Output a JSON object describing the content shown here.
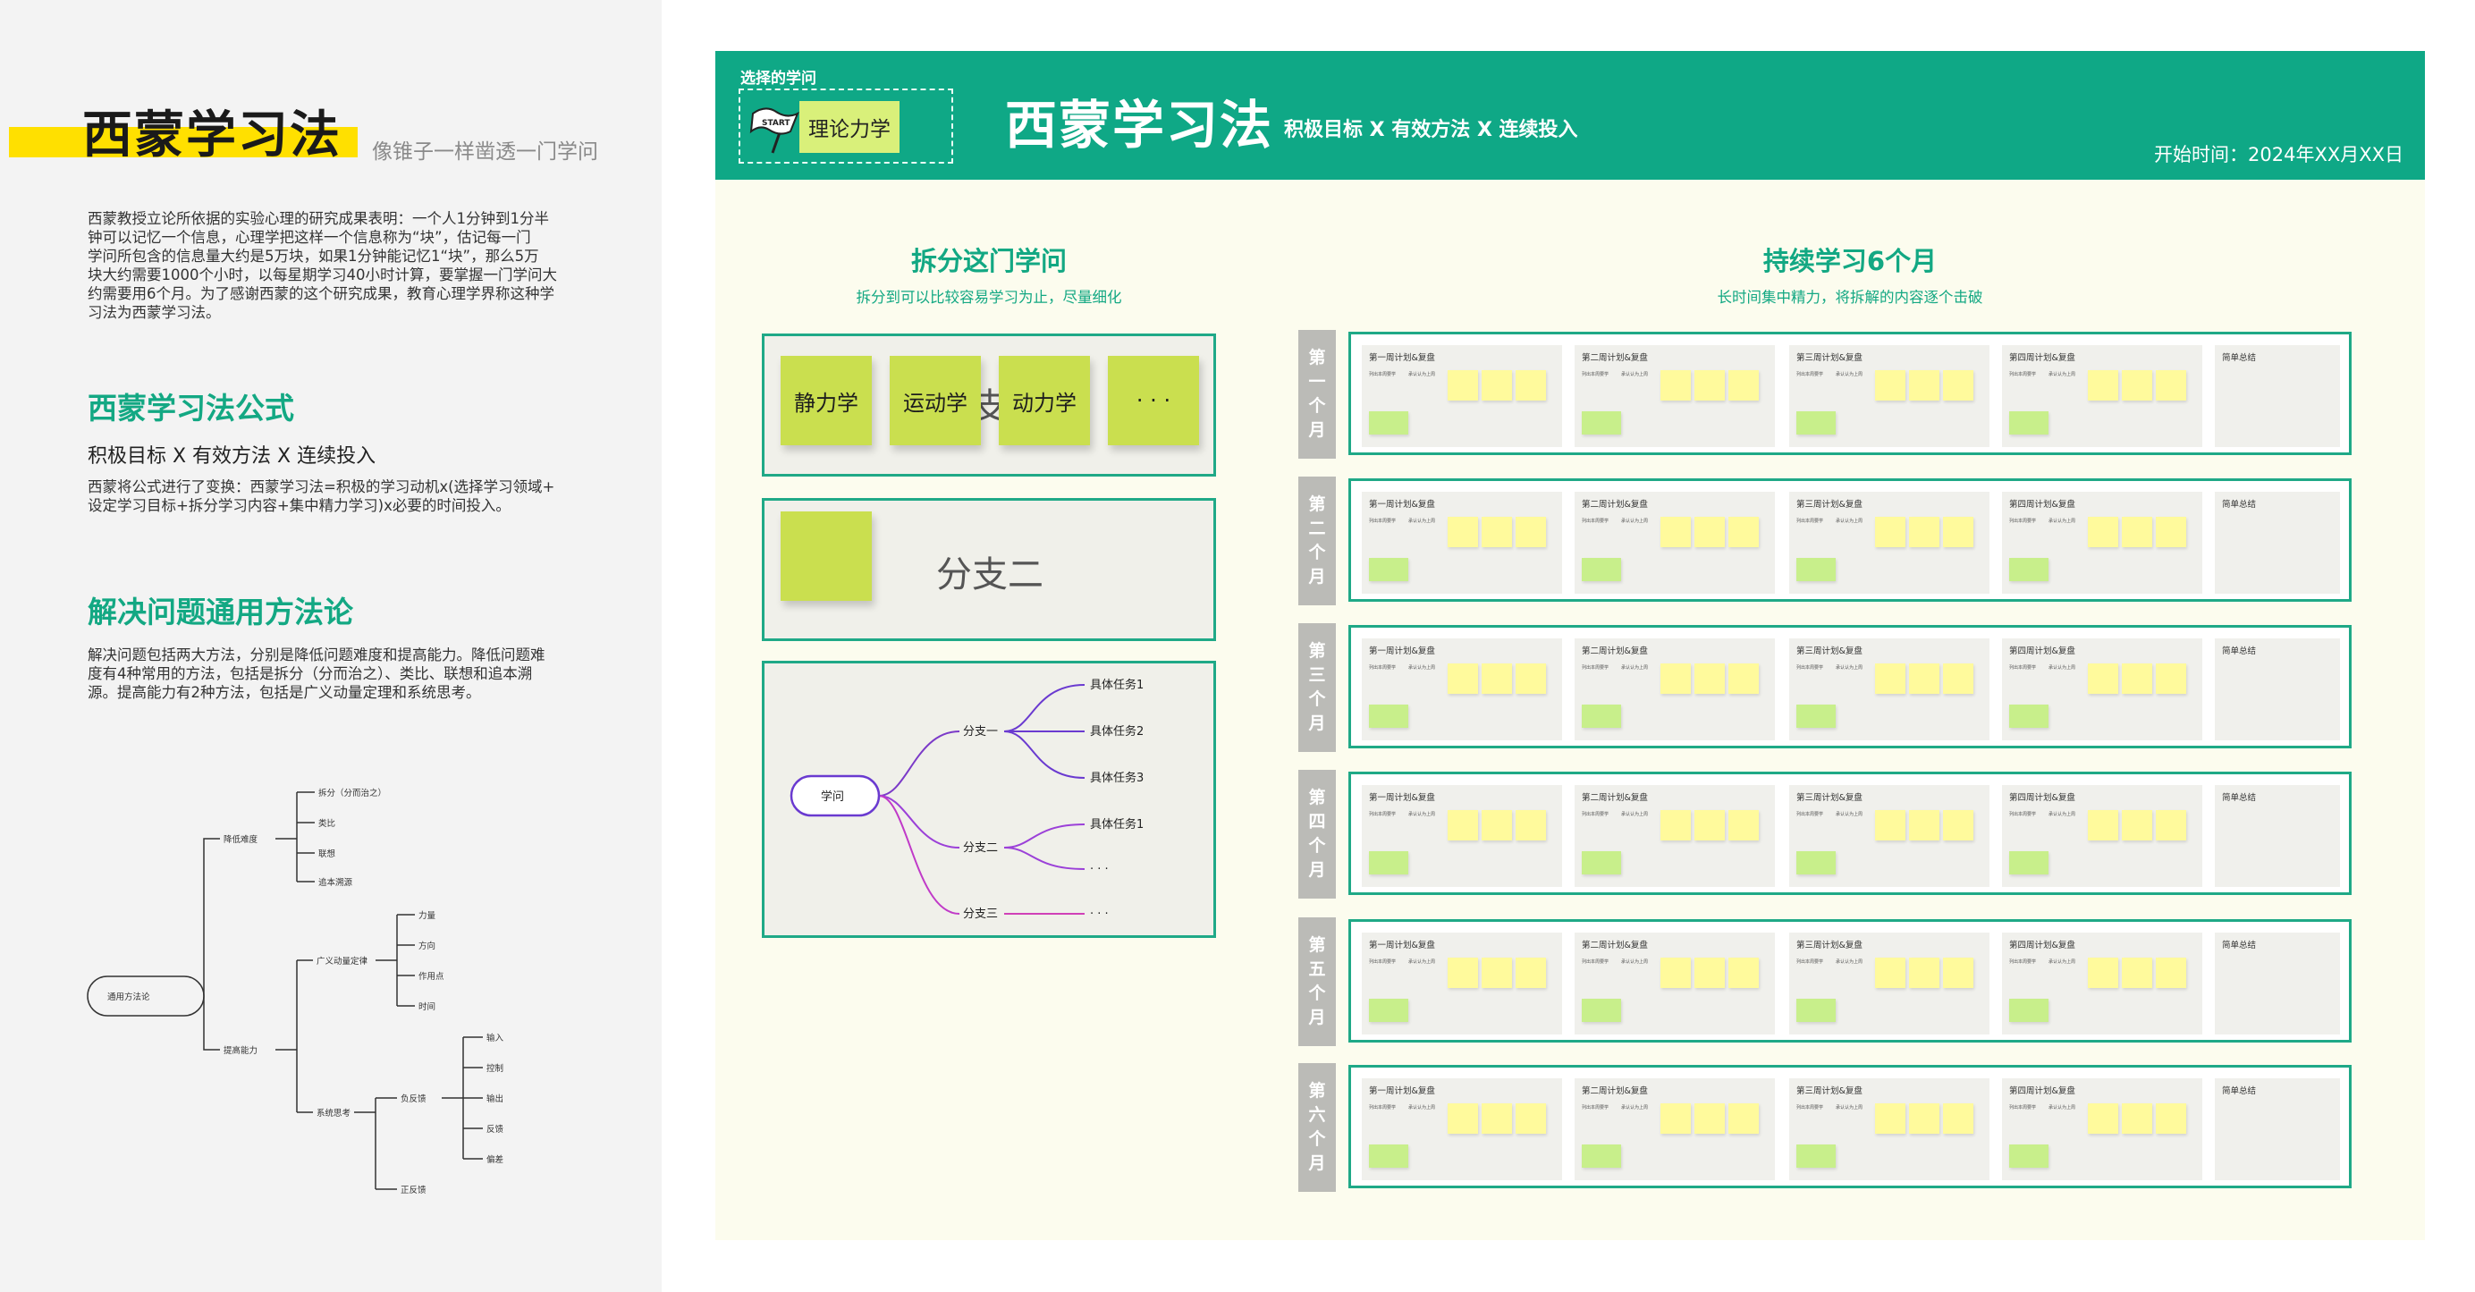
{
  "left": {
    "title": "西蒙学习法",
    "subtitle": "像锥子一样凿透一门学问",
    "intro_lines": [
      "西蒙教授立论所依据的实验心理的研究成果表明：一个人1分钟到1分半",
      "钟可以记忆一个信息，心理学把这样一个信息称为“块”，估记每一门",
      "学问所包含的信息量大约是5万块，如果1分钟能记忆1“块”，那么5万",
      "块大约需要1000个小时，以每星期学习40小时计算，要掌握一门学问大",
      "约需要用6个月。为了感谢西蒙的这个研究成果，教育心理学界称这种学",
      "习法为西蒙学习法。"
    ],
    "formula_heading": "西蒙学习法公式",
    "formula": "积极目标 X 有效方法 X 连续投入",
    "formula_desc_lines": [
      "西蒙将公式进行了变换：西蒙学习法=积极的学习动机x(选择学习领域+",
      "设定学习目标+拆分学习内容+集中精力学习)x必要的时间投入。"
    ],
    "method_heading": "解决问题通用方法论",
    "method_desc_lines": [
      "解决问题包括两大方法，分别是降低问题难度和提高能力。降低问题难",
      "度有4种常用的方法，包括是拆分（分而治之）、类比、联想和追本溯",
      "源。提高能力有2种方法，包括是广义动量定理和系统思考。"
    ],
    "tree": {
      "root": "通用方法论",
      "reduce": "降低难度",
      "reduce_items": [
        "拆分（分而治之）",
        "类比",
        "联想",
        "追本溯源"
      ],
      "improve": "提高能力",
      "momentum": "广义动量定律",
      "momentum_items": [
        "力量",
        "方向",
        "作用点",
        "时间"
      ],
      "system": "系统思考",
      "negative": "负反馈",
      "negative_items": [
        "输入",
        "控制",
        "输出",
        "反馈",
        "偏差"
      ],
      "positive": "正反馈"
    }
  },
  "header": {
    "selected_label": "选择的学问",
    "flag_text": "START",
    "selected_value": "理论力学",
    "title": "西蒙学习法",
    "tagline": "积极目标 X 有效方法 X 连续投入",
    "start_time": "开始时间：2024年XX月XX日"
  },
  "split": {
    "title": "拆分这门学问",
    "subtitle": "拆分到可以比较容易学习为止，尽量细化",
    "notes": [
      "静力学",
      "运动学",
      "动力学",
      "· · ·"
    ],
    "hidden_char": "支",
    "branch_two": "分支二",
    "mindmap": {
      "root": "学问",
      "branches": [
        "分支一",
        "分支二",
        "分支三"
      ],
      "tasks_one": [
        "具体任务1",
        "具体任务2",
        "具体任务3"
      ],
      "tasks_two": [
        "具体任务1",
        "· · ·"
      ],
      "tasks_three": [
        "· · ·"
      ]
    }
  },
  "continuous": {
    "title": "持续学习6个月",
    "subtitle": "长时间集中精力，将拆解的内容逐个击破",
    "months": [
      "第一个月",
      "第二个月",
      "第三个月",
      "第四个月",
      "第五个月",
      "第六个月"
    ],
    "weeks": [
      "第一周计划&复盘",
      "第二周计划&复盘",
      "第三周计划&复盘",
      "第四周计划&复盘"
    ],
    "week_line1": "列出本周要学",
    "week_line2": "承认认为上周",
    "summary": "简单总结"
  },
  "colors": {
    "brand": "#0fa886",
    "accent_yellow": "#ffe000",
    "note_green": "#cadf4f",
    "sticky_yellow": "#fffa9c",
    "sticky_green": "#c8ef8b",
    "canvas": "#fcfcee"
  }
}
